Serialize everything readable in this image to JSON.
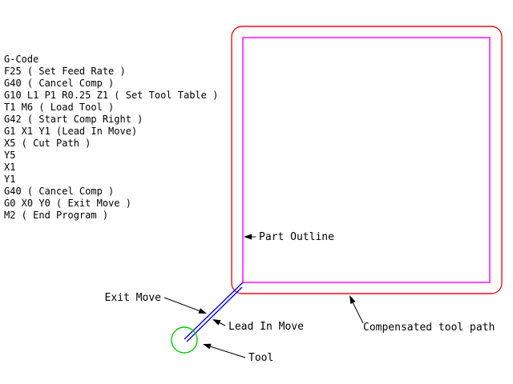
{
  "gcode": {
    "lines": [
      "G-Code",
      "F25 ( Set Feed Rate )",
      "G40 ( Cancel Comp )",
      "G10 L1 P1 R0.25 Z1 ( Set Tool Table )",
      "T1 M6 ( Load Tool )",
      "G42 ( Start Comp Right )",
      "G1 X1 Y1 (Lead In Move)",
      "X5 ( Cut Path )",
      "Y5",
      "X1",
      "Y1",
      "G40 ( Cancel Comp )",
      "G0 X0 Y0 ( Exit Move )",
      "M2 ( End Program )"
    ]
  },
  "labels": {
    "part_outline": "Part Outline",
    "exit_move": "Exit Move",
    "lead_in_move": "Lead In Move",
    "tool": "Tool",
    "compensated_tool_path": "Compensated tool path"
  },
  "colors": {
    "compensated_path": "#ee1111",
    "part_outline": "#ff00ff",
    "move_lines": "#0000ee",
    "tool": "#00cc00",
    "annotation": "#000000"
  }
}
